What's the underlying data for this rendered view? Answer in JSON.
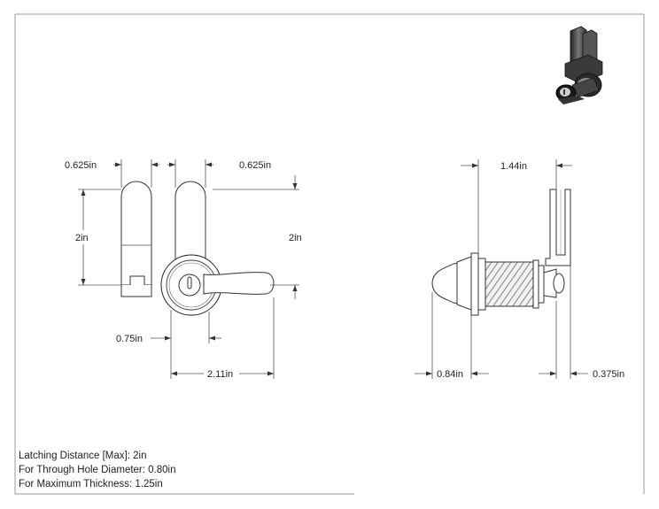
{
  "dimensions": {
    "left_top_width_a": "0.625in",
    "left_top_width_b": "0.625in",
    "left_height_a": "2in",
    "left_height_b": "2in",
    "offset_bottom": "0.75in",
    "overall_width": "2.11in",
    "side_depth": "1.44in",
    "side_bottom_left": "0.84in",
    "side_bottom_right": "0.375in"
  },
  "notes": [
    "Latching Distance [Max]: 2in",
    "For Through Hole Diameter: 0.80in",
    "For Maximum Thickness: 1.25in"
  ],
  "colors": {
    "line": "#333333",
    "frame": "#999999",
    "thread": "#555555"
  }
}
